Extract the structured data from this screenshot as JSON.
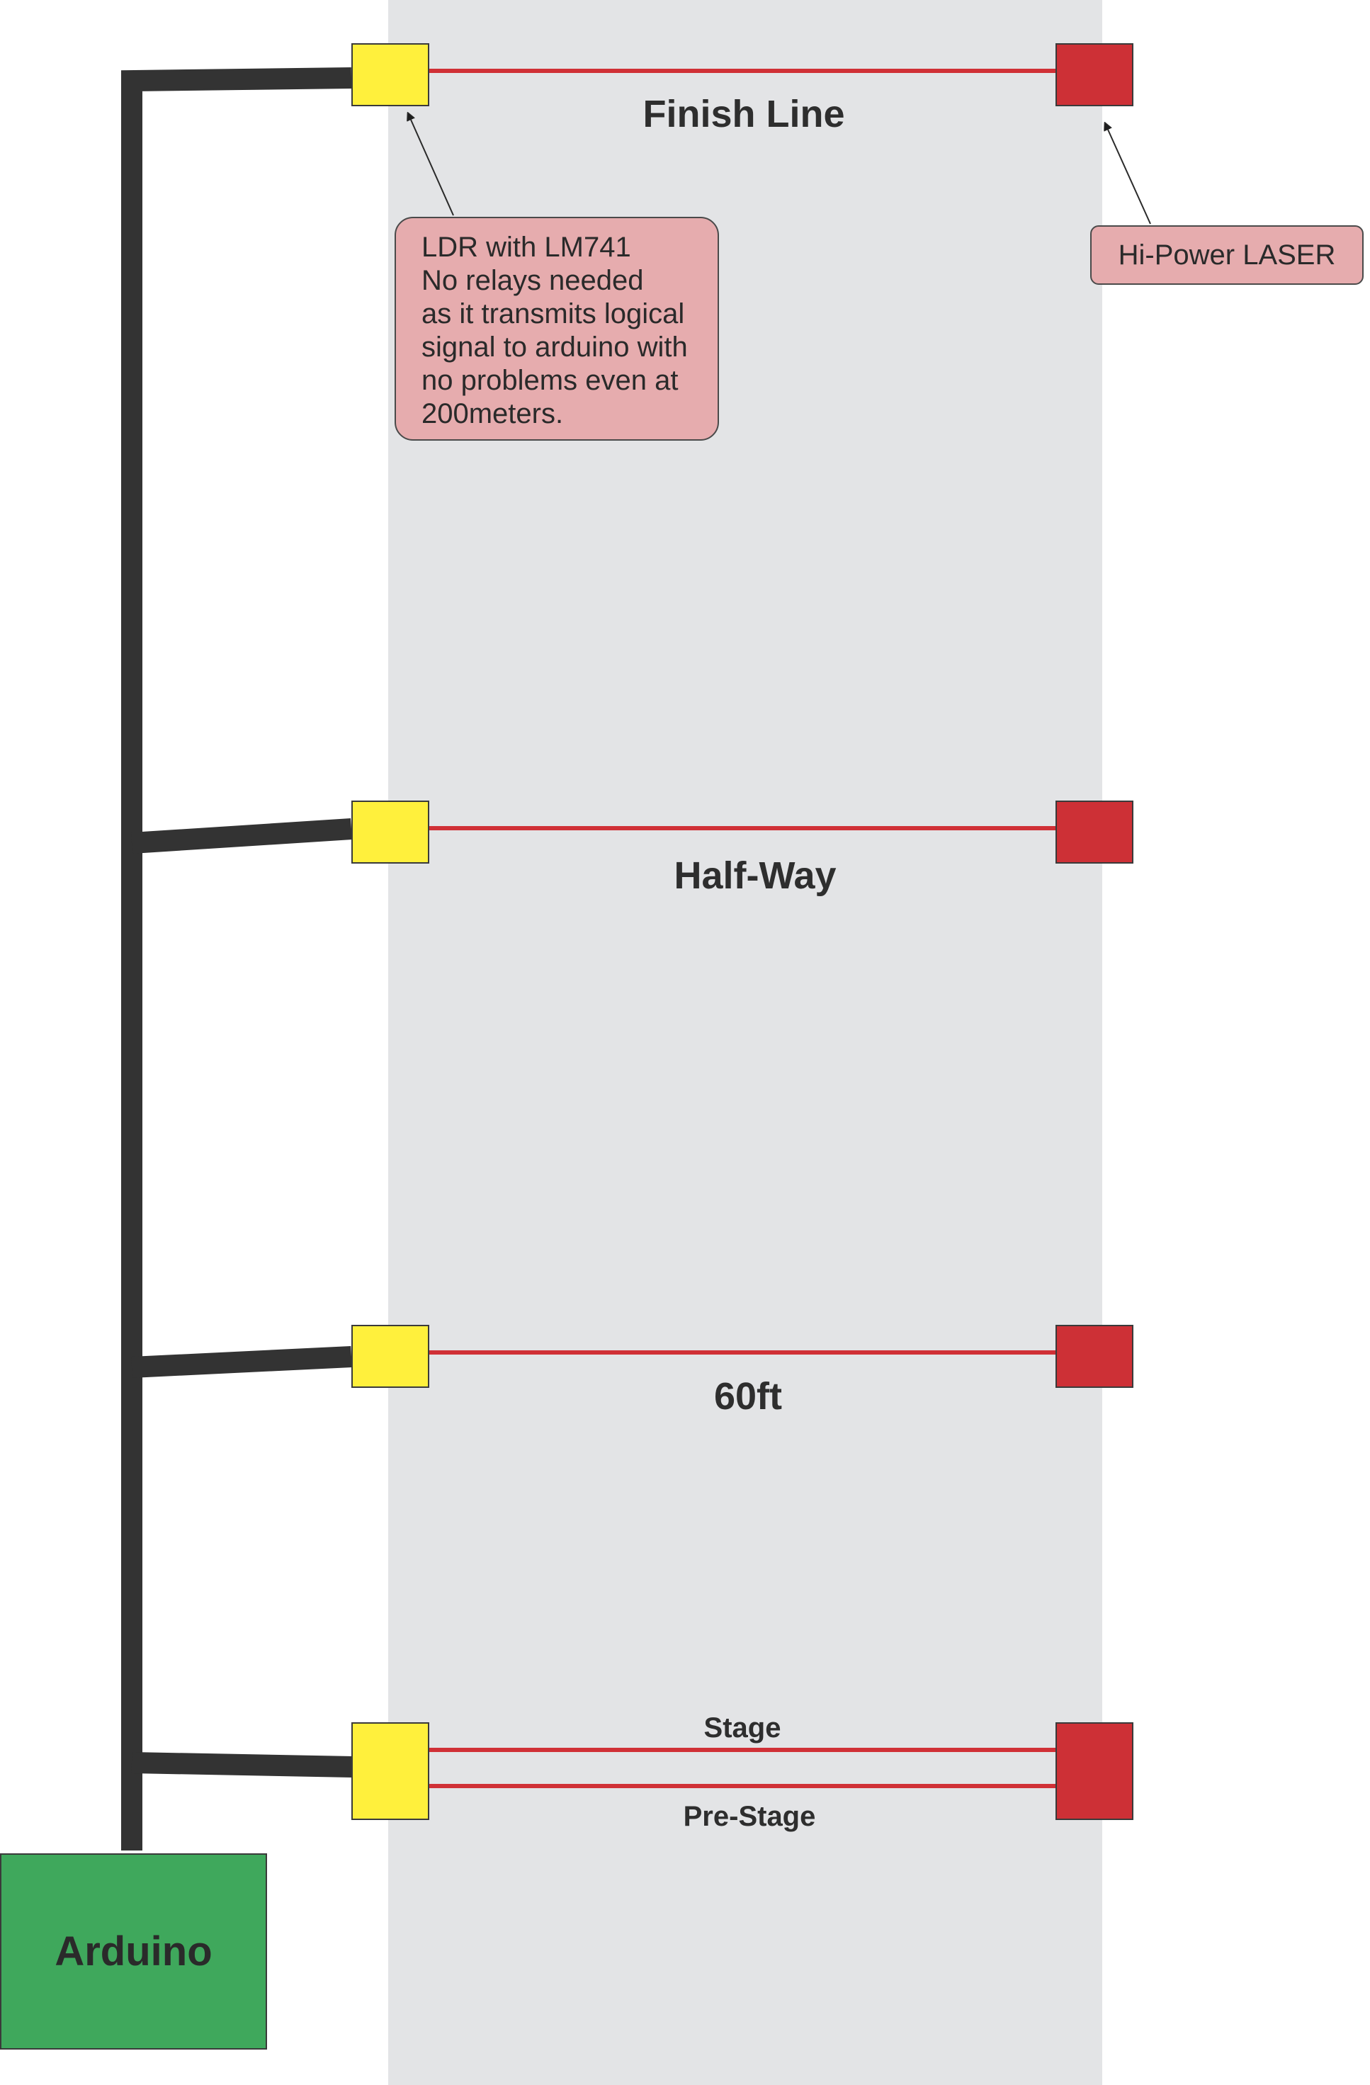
{
  "colors": {
    "track": "#e3e4e6",
    "wire": "#333333",
    "beam": "#d03036",
    "ldr_sensor": "#fff03c",
    "laser_emitter": "#cd3036",
    "callout": "#e6acae",
    "arduino": "#3fa85c"
  },
  "gates": [
    {
      "id": "finish",
      "label": "Finish Line"
    },
    {
      "id": "halfway",
      "label": "Half-Way"
    },
    {
      "id": "sixty",
      "label": "60ft"
    },
    {
      "id": "stage",
      "label": "Stage",
      "label2": "Pre-Stage"
    }
  ],
  "callouts": {
    "ldr": [
      "LDR with LM741",
      "No relays needed",
      "as it transmits logical",
      "signal to arduino with",
      "no problems even at",
      "200meters."
    ],
    "laser": "Hi-Power LASER"
  },
  "arduino": {
    "label": "Arduino"
  }
}
